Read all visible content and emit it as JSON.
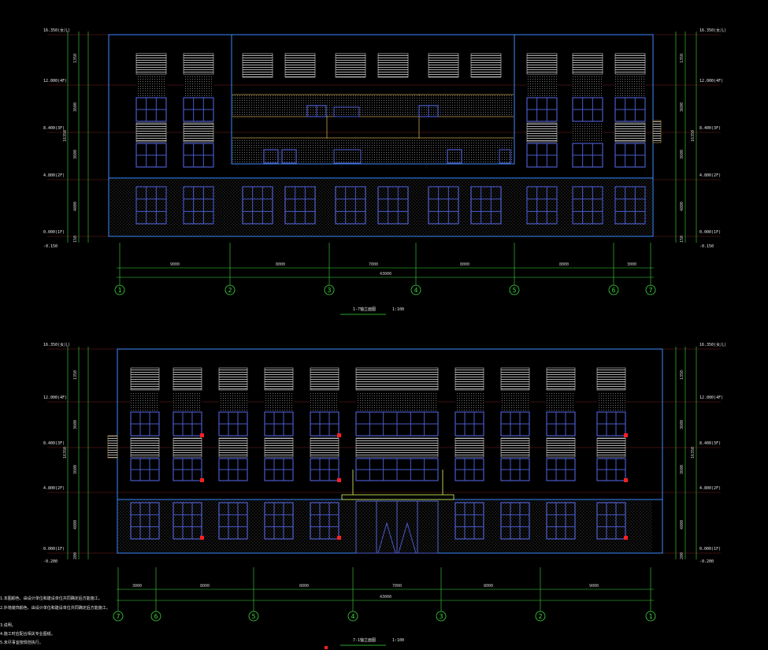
{
  "colors": {
    "background": "#000000",
    "wall_outline": "#3c8cff",
    "window": "#4a5ac8",
    "louver": "#d8d8d8",
    "hatch": "#888888",
    "dimension": "#3cdc3c",
    "grid_line": "#7a2222",
    "beam": "#c8a050",
    "canopy": "#c8e050",
    "marker": "#ff2020"
  },
  "elevations": [
    {
      "title": "1-7轴立面图",
      "scale": "1:100",
      "left_levels": [
        "16.350(女儿)",
        "12.000(4F)",
        "8.400(3F)",
        "4.800(2F)",
        "0.000(1F)",
        "-0.150"
      ],
      "right_levels": [
        "16.350(女儿)",
        "12.000(4F)",
        "8.400(3F)",
        "4.800(2F)",
        "0.000(1F)",
        "-0.150"
      ],
      "left_dims": [
        "1350",
        "3600",
        "3600",
        "4800",
        "150"
      ],
      "right_dims": [
        "1350",
        "3600",
        "3600",
        "4800",
        "150"
      ],
      "left_total": "16350",
      "right_total": "16350",
      "axes": [
        "1",
        "2",
        "3",
        "4",
        "5",
        "6",
        "7"
      ],
      "span_dims": [
        "9000",
        "8000",
        "7000",
        "8000",
        "8000",
        "3000"
      ],
      "total_dim": "43000"
    },
    {
      "title": "7-1轴立面图",
      "scale": "1:100",
      "left_levels": [
        "16.350(女儿)",
        "12.000(4F)",
        "8.400(3F)",
        "4.800(2F)",
        "0.000(1F)",
        "-0.200"
      ],
      "right_levels": [
        "16.350(女儿)",
        "12.000(4F)",
        "8.400(3F)",
        "4.800(2F)",
        "0.000(1F)",
        "-0.200"
      ],
      "left_dims": [
        "1350",
        "3600",
        "3600",
        "4800",
        "200"
      ],
      "right_dims": [
        "1350",
        "3600",
        "3600",
        "4800",
        "200"
      ],
      "left_total": "16350",
      "right_total": "16350",
      "axes": [
        "7",
        "6",
        "5",
        "4",
        "3",
        "2",
        "1"
      ],
      "span_dims": [
        "3000",
        "8000",
        "8000",
        "7000",
        "8000",
        "9000"
      ],
      "total_dim": "43000"
    }
  ],
  "notes": [
    "1.本图颜色、由设计单位和建设单位共同确定后方能施工。",
    "2.外墙装饰颜色、由设计单位和建设单位共同确定后方能施工。",
    "3.说明。",
    "4.施工时应配合相关专业图纸。",
    "5.未尽事宜按规范执行。"
  ]
}
